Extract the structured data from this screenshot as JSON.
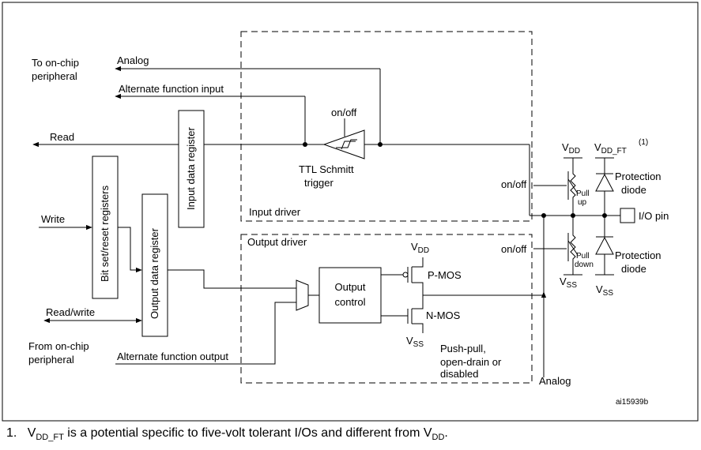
{
  "labels": {
    "to_onchip_1": "To on-chip",
    "to_onchip_2": "peripheral",
    "analog_top": "Analog",
    "alt_func_input": "Alternate function input",
    "read": "Read",
    "write": "Write",
    "read_write": "Read/write",
    "from_onchip_1": "From on-chip",
    "from_onchip_2": "peripheral",
    "alt_func_output": "Alternate function output",
    "on_off_trigger": "on/off",
    "ttl_1": "TTL Schmitt",
    "ttl_2": "trigger",
    "input_driver": "Input driver",
    "output_driver": "Output driver",
    "on_off_pullup": "on/off",
    "on_off_pulldown": "on/off",
    "pull_up_1": "Pull",
    "pull_up_2": "up",
    "pull_down_1": "Pull",
    "pull_down_2": "down",
    "vdd_main": "V",
    "vdd_main_sub": "DD",
    "vddft": "V",
    "vddft_sub": "DD_FT",
    "vddft_note": "(1)",
    "protection_1a": "Protection",
    "protection_1b": "diode",
    "protection_2a": "Protection",
    "protection_2b": "diode",
    "io_pin": "I/O pin",
    "vss_pull": "V",
    "vss_pull_sub": "SS",
    "vss_diode": "V",
    "vss_diode_sub": "SS",
    "vdd_pmos": "V",
    "vdd_pmos_sub": "DD",
    "vss_nmos": "V",
    "vss_nmos_sub": "SS",
    "pmos": "P-MOS",
    "nmos": "N-MOS",
    "output_control_1": "Output",
    "output_control_2": "control",
    "pp_1": "Push-pull,",
    "pp_2": "open-drain or",
    "pp_3": "disabled",
    "analog_bottom": "Analog",
    "input_data_register": "Input data register",
    "bit_set_reset": "Bit set/reset registers",
    "output_data_register": "Output data register",
    "ref": "ai15939b"
  },
  "footnote": {
    "number": "1.",
    "v1": "V",
    "v1_sub": "DD_FT",
    "text": " is a potential specific to five-volt tolerant I/Os and different from V",
    "v2_sub": "DD",
    "end": "."
  }
}
